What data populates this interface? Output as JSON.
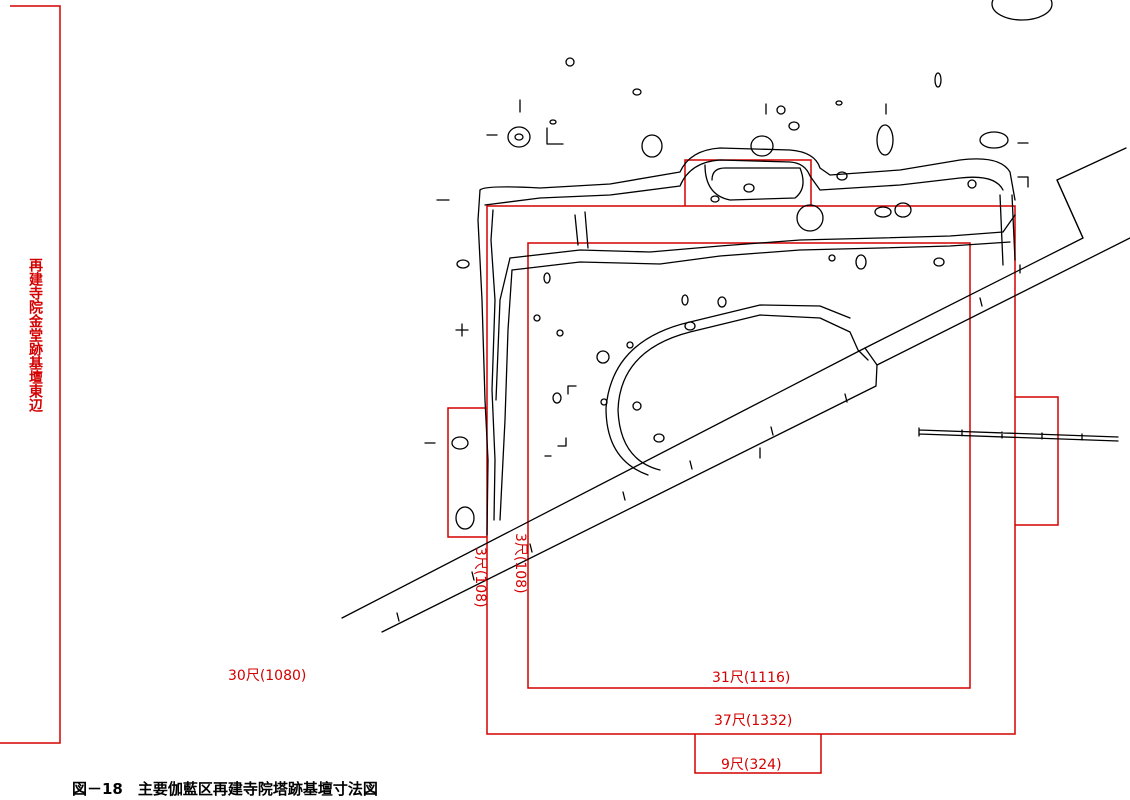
{
  "colors": {
    "dimension_red": "#d40000",
    "line_black": "#000000"
  },
  "side_label": "再建寺院金堂跡基壇東辺",
  "dimensions": {
    "east_edge": "30尺(1080)",
    "inner_square_width": "31尺(1116)",
    "outer_square_width": "37尺(1332)",
    "stair_width": "9尺(324)",
    "margin_left_outer": "3尺(108)",
    "margin_left_inner": "3尺(108)"
  },
  "caption": "図－18　主要伽藍区再建寺院塔跡基壇寸法図"
}
